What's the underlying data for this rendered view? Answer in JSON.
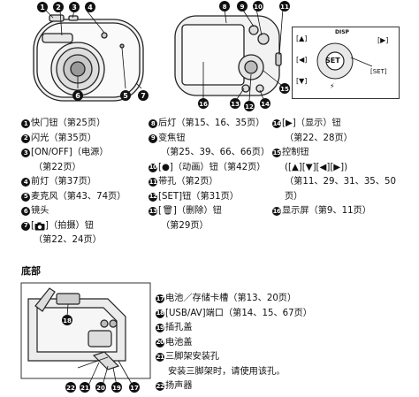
{
  "parts_front": [
    {
      "n": "1",
      "text": "快门钮（第25页）"
    },
    {
      "n": "2",
      "text": "闪光（第35页）"
    },
    {
      "n": "3",
      "text": "[ON/OFF]（电源）",
      "cont": "（第22页）"
    },
    {
      "n": "4",
      "text": "前灯（第37页）"
    },
    {
      "n": "5",
      "text": "麦克风（第43、74页）"
    },
    {
      "n": "6",
      "text": "镜头"
    },
    {
      "n": "7",
      "text_pre": "[",
      "icon": "camera-icon",
      "text_post": "]（拍摄）钮",
      "cont": "（第22、24页）"
    }
  ],
  "parts_back_mid": [
    {
      "n": "8",
      "text": "后灯（第15、16、35页）"
    },
    {
      "n": "9",
      "text": "变焦钮",
      "cont": "（第25、39、66、66页）"
    },
    {
      "n": "10",
      "text": "[●]（动画）钮（第42页）"
    },
    {
      "n": "11",
      "text": "带孔（第2页）"
    },
    {
      "n": "12",
      "text": "[SET]钮（第31页）"
    },
    {
      "n": "13",
      "text": "[🗑]（删除）钮",
      "cont": "（第29页）"
    }
  ],
  "parts_back_right": [
    {
      "n": "14",
      "text": "[▶]（显示）钮",
      "cont": "（第22、28页）"
    },
    {
      "n": "15",
      "text": "控制钮",
      "cont": "([▲][▼][◀][▶])",
      "cont2": "（第11、29、31、35、50",
      "cont3": "页）"
    },
    {
      "n": "16",
      "text": "显示屏（第9、11页）"
    }
  ],
  "bottom_heading": "底部",
  "parts_bottom": [
    {
      "n": "17",
      "text": "电池／存储卡槽（第13、20页）"
    },
    {
      "n": "18",
      "text": "[USB/AV]端口（第14、15、67页）"
    },
    {
      "n": "19",
      "text": "插孔盖"
    },
    {
      "n": "20",
      "text": "电池盖"
    },
    {
      "n": "21",
      "text": "三脚架安装孔",
      "cont": "安装三脚架时，请使用该孔。"
    },
    {
      "n": "22",
      "text": "扬声器"
    }
  ],
  "control_pad": {
    "up": "[▲]",
    "down": "[▼]",
    "left": "[◀]",
    "right": "[▶]",
    "center": "SET",
    "top_label": "DISP",
    "right_label": "[SET]",
    "flash": "⚡"
  },
  "callouts_front": [
    "1",
    "2",
    "3",
    "4",
    "5",
    "6",
    "7"
  ],
  "callouts_back": [
    "8",
    "9",
    "10",
    "11",
    "12",
    "13",
    "14",
    "15",
    "16"
  ],
  "callouts_bottom": [
    "22",
    "21",
    "20",
    "19",
    "18",
    "17"
  ]
}
